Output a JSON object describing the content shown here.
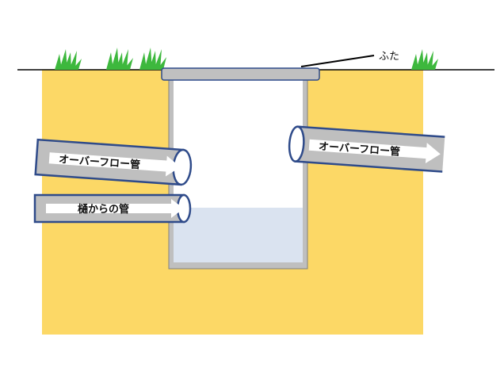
{
  "labels": {
    "lid": "ふた",
    "overflow_left": "オーバーフロー管",
    "overflow_right": "オーバーフロー管",
    "gutter_pipe": "樋からの管"
  },
  "colors": {
    "soil": "#fcd866",
    "water": "#dae3f0",
    "pipe_fill": "#bfbfbf",
    "pipe_edge": "#2f4b8a",
    "tank_wall": "#bfbfbf",
    "grass": "#3db83d",
    "ground_line": "#000000",
    "arrow": "#ffffff"
  },
  "icons": {
    "grass": "grass-tuft-icon",
    "flow": "flow-arrow-icon"
  }
}
